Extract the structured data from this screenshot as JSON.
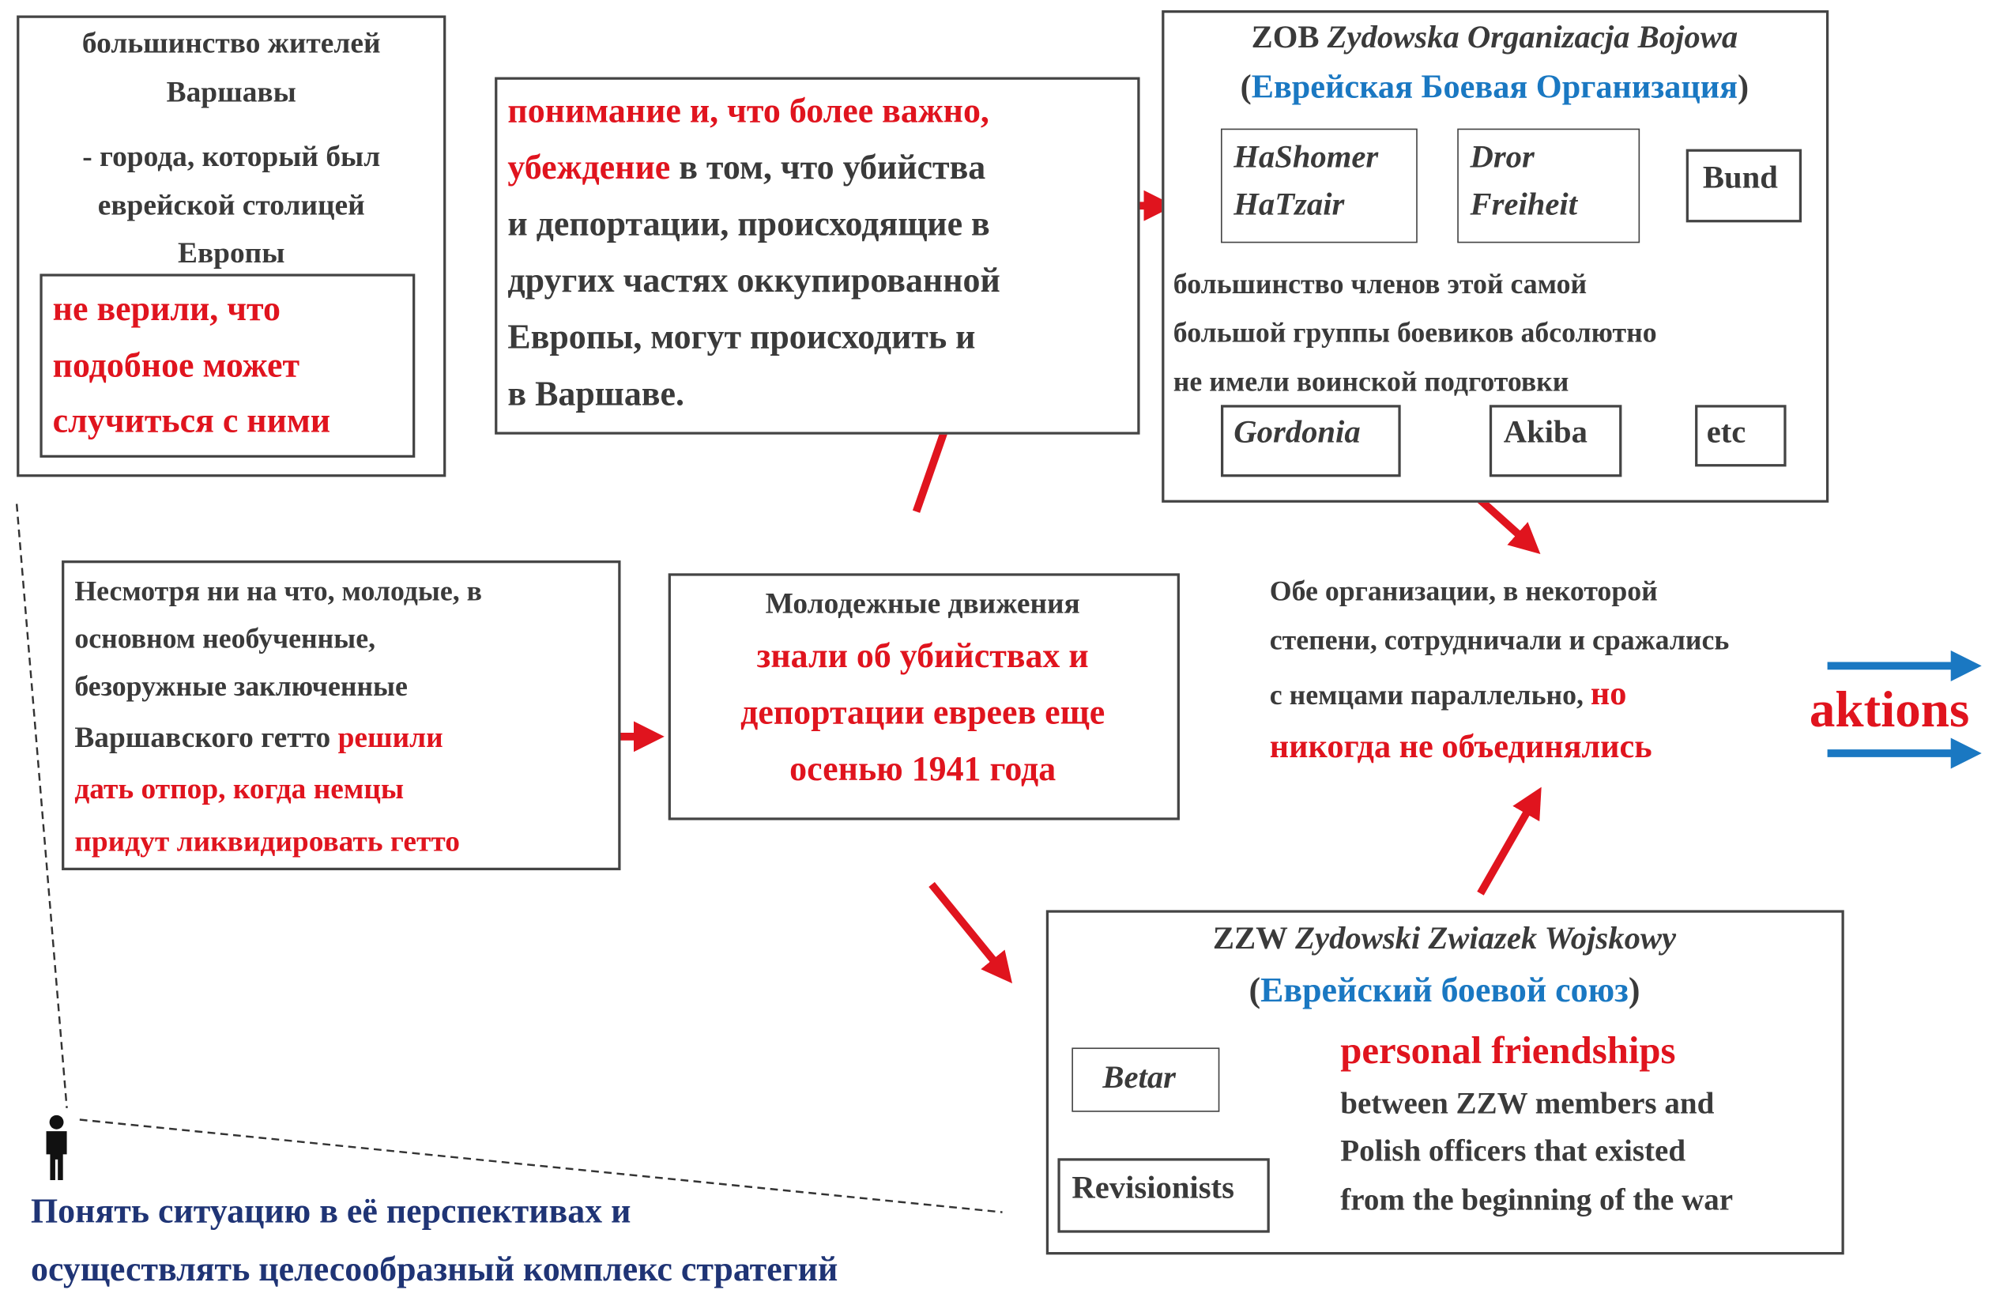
{
  "box_residents": {
    "lines": [
      "большинство жителей",
      "Варшавы",
      "- города, который был",
      "еврейской столицей",
      "Европы"
    ],
    "red_lines": [
      "не верили, что",
      "подобное может",
      "случиться с ними"
    ]
  },
  "box_understanding": {
    "l1": "понимание и, что более важно,",
    "l2_red": "убеждение",
    "l2_rest": " в том, что убийства",
    "l3": "и депортации, происходящие в",
    "l4": "других частях оккупированной",
    "l5": "Европы, могут происходить и",
    "l6": "в Варшаве."
  },
  "zob": {
    "title_abbr": "ZOB",
    "title_full": "Zydowska Organizacja Bojowa",
    "subtitle_open": "(",
    "subtitle": "Еврейская Боевая Организация",
    "subtitle_close": ")",
    "groups": [
      "HaShomer",
      "HaTzair",
      "Dror",
      "Freiheit",
      "Bund",
      "Gordonia",
      "Akiba",
      "etc"
    ],
    "text": [
      "большинство членов этой самой",
      "большой группы боевиков абсолютно",
      "не имели воинской подготовки"
    ]
  },
  "box_prisoners": {
    "l1": "Несмотря ни на что, молодые, в",
    "l2": "основном необученные,",
    "l3": "безоружные заключенные",
    "l4": "Варшавского гетто ",
    "l4_red": "решили",
    "l5_red": "дать отпор, когда немцы",
    "l6_red": "придут ликвидировать гетто"
  },
  "box_youth": {
    "title": "Молодежные движения",
    "red_lines": [
      "знали об убийствах и",
      "депортации евреев еще",
      "осенью 1941 года"
    ]
  },
  "both_orgs": {
    "l1": "Обе организации, в некоторой",
    "l2": "степени, сотрудничали и сражались",
    "l3": "с немцами параллельно, ",
    "l3_red": "но",
    "l4_red": "никогда не объединялись"
  },
  "aktions": "aktions",
  "zzw": {
    "title_abbr": "ZZW",
    "title_full": "Zydowski Zwiazek Wojskowy",
    "subtitle_open": "(",
    "subtitle": "Еврейский боевой союз",
    "subtitle_close": ")",
    "groups": [
      "Betar",
      "Revisionists"
    ],
    "friend_title": "personal friendships",
    "friend_lines": [
      "between ZZW members and",
      "Polish officers that existed",
      "from the beginning of the war"
    ]
  },
  "conclusion": [
    "Понять ситуацию в её перспективах и",
    "осуществлять целесообразный комплекс стратегий"
  ],
  "colors": {
    "red": "#e0141e",
    "blue": "#1a78c2",
    "navy": "#1f3475",
    "text": "#3a3a3a"
  }
}
